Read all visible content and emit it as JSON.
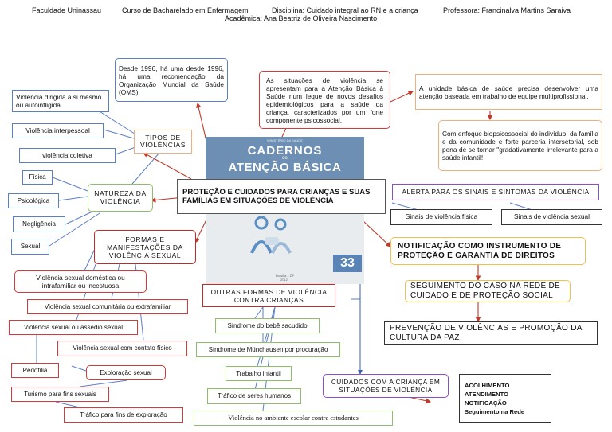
{
  "header": {
    "faculdade": "Faculdade Uninassau",
    "curso": "Curso de Bacharelado em Enfermagem",
    "disciplina": "Disciplina: Cuidado integral ao RN e a criança",
    "professora": "Professora: Francinalva Martins Saraiva",
    "academica": "Acadêmica: Ana Beatriz de Oliveira Nascimento"
  },
  "cover": {
    "ministry": "MINISTÉRIO DA SAÚDE",
    "title1": "CADERNOS",
    "title_de": "de",
    "title2": "ATENÇÃO BÁSICA",
    "number": "33",
    "footer1": "Brasília – DF",
    "footer2": "2012"
  },
  "central": "PROTEÇÃO E CUIDADOS PARA CRIANÇAS E SUAS FAMÍLIAS EM SITUAÇÕES DE VIOLÊNCIA",
  "oms": "Desde 1996, há uma desde 1996, há uma recomendação da Organização Mundial da Saúde (OMS).",
  "situacoes": "As situações de violência se apresentam para a Atenção Básica à Saúde num leque de novos desafios epidemiológicos para a saúde da criança, caracterizados por um forte componente psicossocial.",
  "unidade": "A unidade básica de saúde precisa desenvolver uma atenção baseada em trabalho de equipe multiprofissional.",
  "enfoque": "Com enfoque biopsicossocial do indivíduo, da família e da comunidade e forte parceria intersetorial, sob pena de se tornar \"gradativamente irrelevante para a saúde infantil!",
  "tipos": {
    "title": "TIPOS DE VIOLÊNCIAS",
    "items": [
      "Violência dirigida a si mesmo ou autoinfligida",
      "Violência interpessoal",
      "violência coletiva"
    ]
  },
  "natureza": {
    "title": "NATUREZA DA VIOLÊNCIA",
    "items": [
      "Física",
      "Psicológica",
      "Negligência",
      "Sexual"
    ]
  },
  "formas": {
    "title": "FORMAS E MANIFESTAÇÕES DA VIOLÊNCIA SEXUAL",
    "items": [
      "Violência sexual doméstica ou intrafamiliar ou incestuosa",
      "Violência sexual comunitária ou extrafamiliar",
      "Violência sexual ou assédio sexual",
      "Violência sexual com contato físico",
      "Pedofilia",
      "Exploração sexual",
      "Turismo para fins sexuais",
      "Tráfico para fins de exploração"
    ]
  },
  "outras": {
    "title": "OUTRAS FORMAS DE VIOLÊNCIA CONTRA CRIANÇAS",
    "items": [
      "Síndrome do bebê sacudido",
      "Síndrome de Münchausen por procuração",
      "Trabalho infantil",
      "Tráfico de seres humanos",
      "Violência no ambiente escolar contra estudantes"
    ]
  },
  "alerta": {
    "title": "ALERTA PARA OS SINAIS E SINTOMAS DA VIOLÊNCIA",
    "items": [
      "Sinais de violência física",
      "Sinais de violência sexual"
    ]
  },
  "notificacao": "NOTIFICAÇÃO COMO INSTRUMENTO DE PROTEÇÃO E GARANTIA DE DIREITOS",
  "seguimento": "SEGUIMENTO DO CASO NA REDE DE CUIDADO E DE PROTEÇÃO SOCIAL",
  "prevencao": "PREVENÇÃO DE VIOLÊNCIAS E PROMOÇÃO DA CULTURA DA PAZ",
  "cuidados": {
    "title": "CUIDADOS COM A CRIANÇA EM SITUAÇÕES DE VIOLÊNCIA",
    "items": [
      "ACOLHIMENTO",
      "ATENDIMENTO",
      "NOTIFICAÇÃO",
      "Seguimento na Rede"
    ]
  },
  "colors": {
    "green": "#8dbf6a",
    "blue": "#5b7ec9",
    "orange": "#f0b07d",
    "red": "#d23b3b",
    "purple": "#8a4fc1",
    "yellow": "#f2c14a"
  }
}
